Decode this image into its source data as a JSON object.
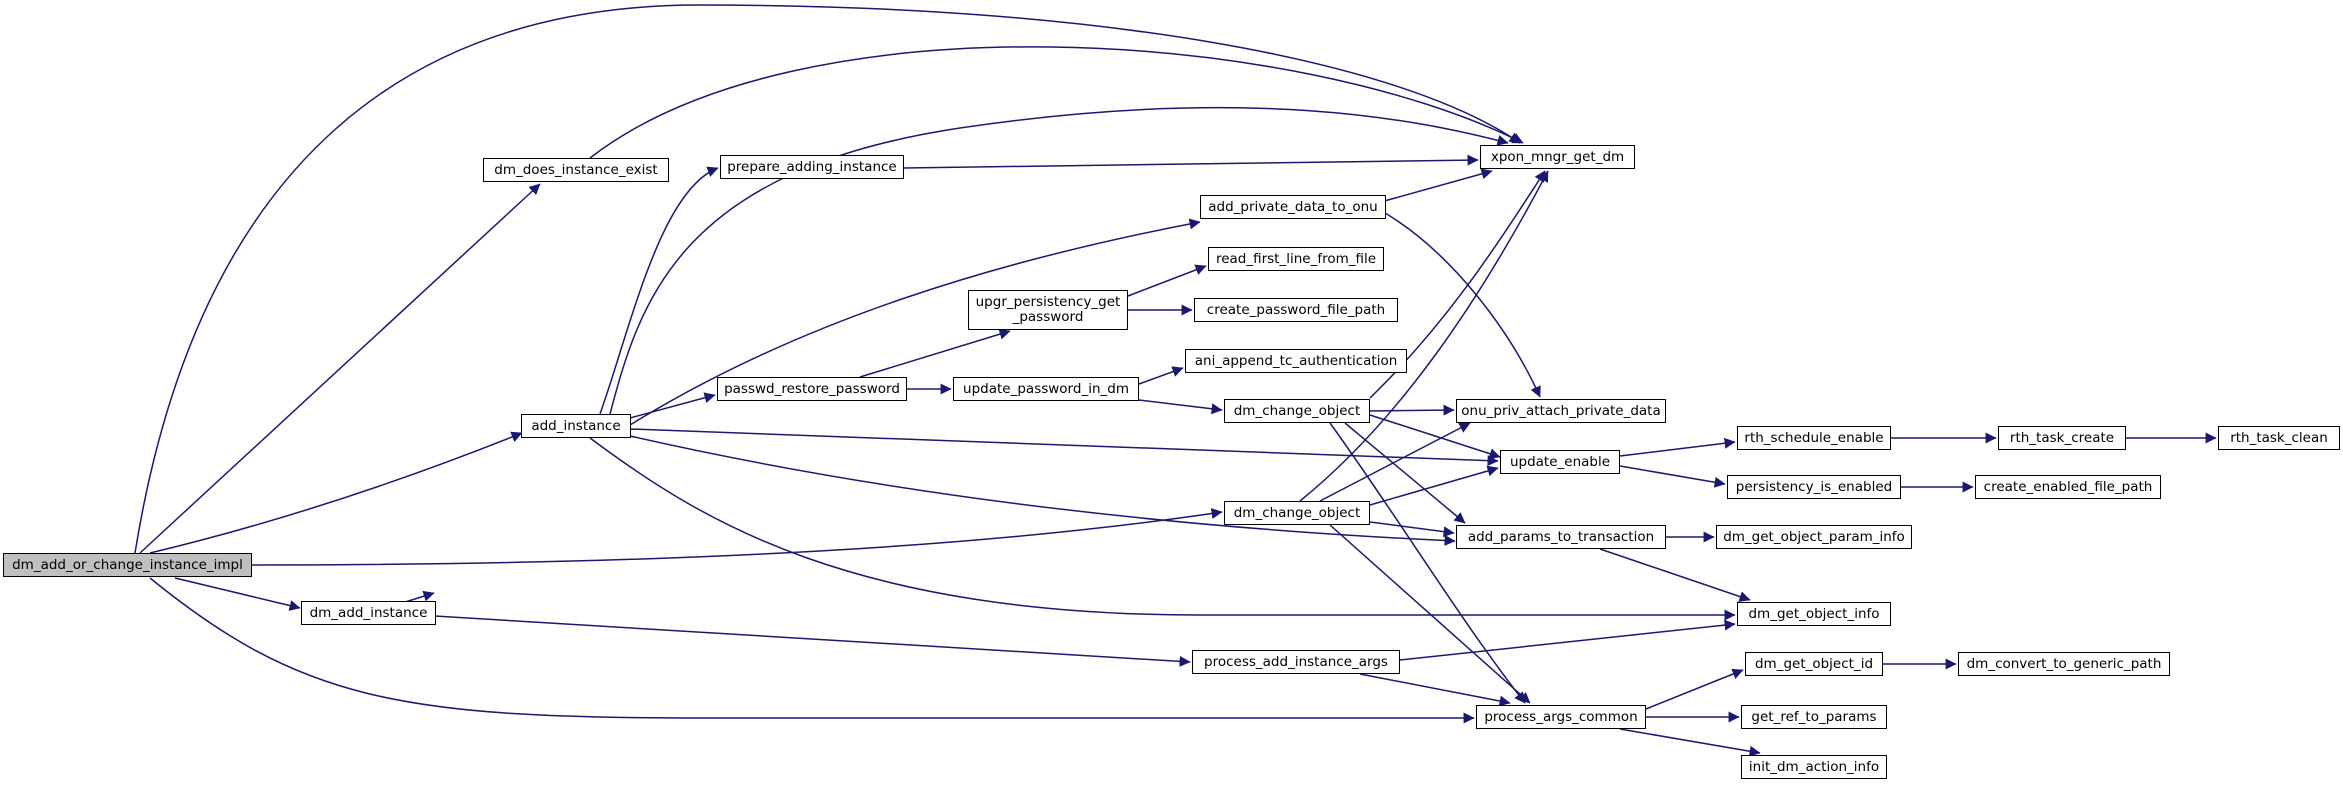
{
  "graph": {
    "edge_color": "#191970",
    "root_fill": "#bfbfbf",
    "nodes": {
      "dm_add_or_change_instance_impl": "dm_add_or_change_instance_impl",
      "dm_does_instance_exist": "dm_does_instance_exist",
      "add_instance": "add_instance",
      "dm_add_instance": "dm_add_instance",
      "prepare_adding_instance": "prepare_adding_instance",
      "passwd_restore_password": "passwd_restore_password",
      "upgr_persistency_get_password_1": "upgr_persistency_get",
      "upgr_persistency_get_password_2": "_password",
      "update_password_in_dm": "update_password_in_dm",
      "add_private_data_to_onu": "add_private_data_to_onu",
      "read_first_line_from_file": "read_first_line_from_file",
      "create_password_file_path": "create_password_file_path",
      "ani_append_tc_authentication": "ani_append_tc_authentication",
      "dm_change_object_a": "dm_change_object",
      "dm_change_object_b": "dm_change_object",
      "process_add_instance_args": "process_add_instance_args",
      "xpon_mngr_get_dm": "xpon_mngr_get_dm",
      "onu_priv_attach_private_data": "onu_priv_attach_private_data",
      "update_enable": "update_enable",
      "add_params_to_transaction": "add_params_to_transaction",
      "process_args_common": "process_args_common",
      "rth_schedule_enable": "rth_schedule_enable",
      "persistency_is_enabled": "persistency_is_enabled",
      "dm_get_object_param_info": "dm_get_object_param_info",
      "dm_get_object_info": "dm_get_object_info",
      "dm_get_object_id": "dm_get_object_id",
      "get_ref_to_params": "get_ref_to_params",
      "init_dm_action_info": "init_dm_action_info",
      "rth_task_create": "rth_task_create",
      "create_enabled_file_path": "create_enabled_file_path",
      "dm_convert_to_generic_path": "dm_convert_to_generic_path",
      "rth_task_clean": "rth_task_clean"
    }
  }
}
